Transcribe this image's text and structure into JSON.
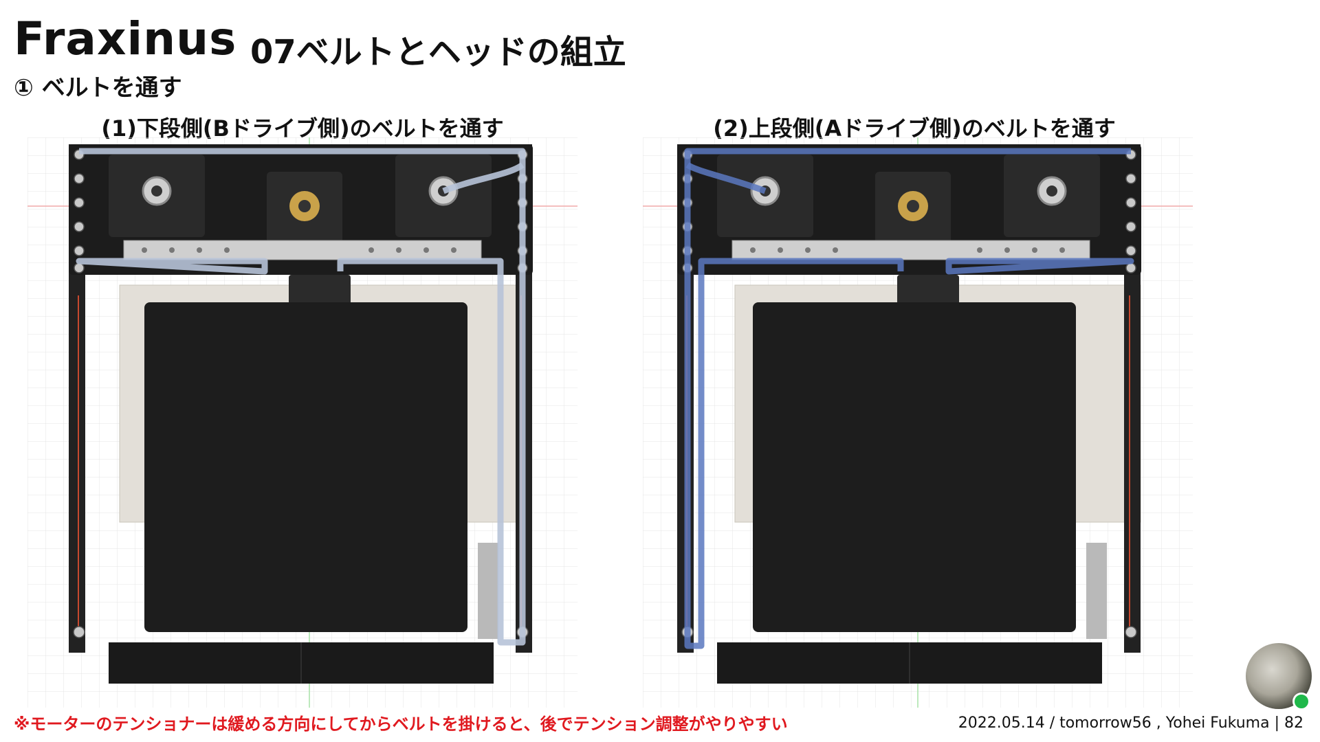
{
  "header": {
    "title": "Fraxinus",
    "subtitle": "07ベルトとヘッドの組立",
    "step": "① ベルトを通す"
  },
  "panels": [
    {
      "caption": "(1)下段側(Bドライブ側)のベルトを通す",
      "belt_color": "#b7c3d8"
    },
    {
      "caption": "(2)上段側(Aドライブ側)のベルトを通す",
      "belt_color": "#5a78c0"
    }
  ],
  "note": "※モーターのテンショナーは緩める方向にしてからベルトを掛けると、後でテンション調整がやりやすい",
  "footer": "2022.05.14 / tomorrow56 , Yohei Fukuma | 82",
  "colors": {
    "accent_red": "#e0191f",
    "status_green": "#1fb84a"
  }
}
